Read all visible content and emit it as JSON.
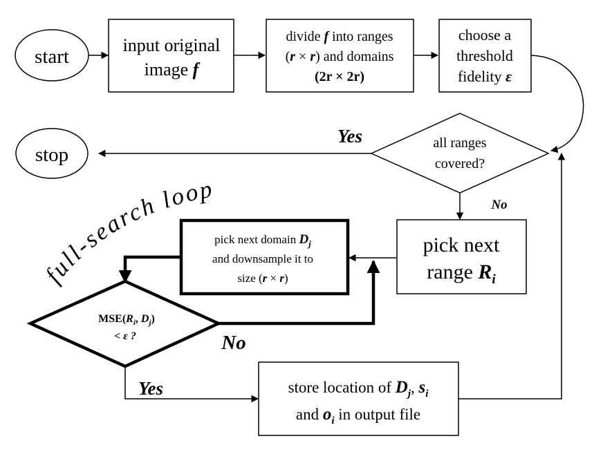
{
  "flowchart": {
    "start": "start",
    "stop": "stop",
    "input_image": {
      "line1": "input original",
      "line2": "image ",
      "var": "f"
    },
    "divide": {
      "l1_pre": "divide ",
      "l1_var": "f",
      "l1_post": " into ranges",
      "l2_open": "(",
      "l2_r1": "r",
      "l2_times": " × ",
      "l2_r2": "r",
      "l2_close": ") and domains",
      "l3": "(2r × 2r)"
    },
    "threshold": {
      "line1": "choose a",
      "line2": "threshold",
      "line3": "fidelity ",
      "var": "ε"
    },
    "all_ranges": {
      "line1": "all ranges",
      "line2": "covered?"
    },
    "pick_range": {
      "line1": "pick next",
      "line2": "range ",
      "var": "R",
      "sub": "i"
    },
    "pick_domain": {
      "line1": "pick next domain ",
      "var": "D",
      "sub": "j",
      "line2": "and downsample it to",
      "l3_pre": "size (",
      "l3_r1": "r",
      "l3_times": " × ",
      "l3_r2": "r",
      "l3_post": ")"
    },
    "mse": {
      "l1_pre": "MSE(",
      "l1_r": "R",
      "l1_rsub": "i",
      "l1_comma": ", ",
      "l1_d": "D",
      "l1_dsub": "j",
      "l1_close": ")",
      "line2": "< ε ?"
    },
    "store": {
      "l1_pre": "store location of ",
      "d": "D",
      "dsub": "j",
      "comma": ", ",
      "s": "s",
      "ssub": "i",
      "l2_pre": "and ",
      "o": "o",
      "osub": "i",
      "l2_post": " in output file"
    },
    "labels": {
      "yes_top": "Yes",
      "no_ranges": "No",
      "no_mse": "No",
      "yes_mse": "Yes",
      "loop": "full-search loop"
    }
  }
}
